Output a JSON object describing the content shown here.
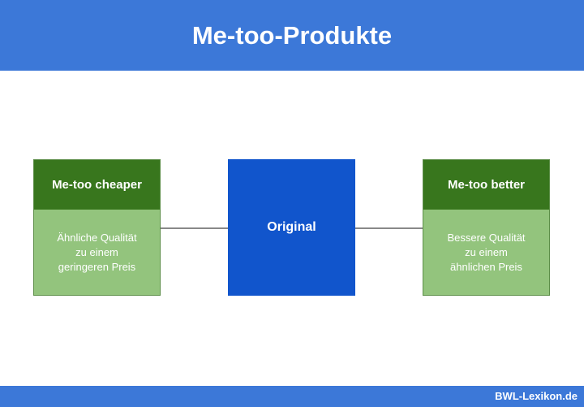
{
  "header": {
    "title": "Me-too-Produkte"
  },
  "left_box": {
    "title": "Me-too cheaper",
    "lines": [
      "Ähnliche Qualität",
      "zu einem",
      "geringeren Preis"
    ]
  },
  "center_box": {
    "title": "Original"
  },
  "right_box": {
    "title": "Me-too better",
    "lines": [
      "Bessere Qualität",
      "zu einem",
      "ähnlichen Preis"
    ]
  },
  "footer": {
    "brand": "BWL-Lexikon.de"
  },
  "colors": {
    "header_blue": "#3c78d8",
    "original_blue": "#1155cc",
    "dark_green": "#38761d",
    "light_green": "#93c47d"
  }
}
